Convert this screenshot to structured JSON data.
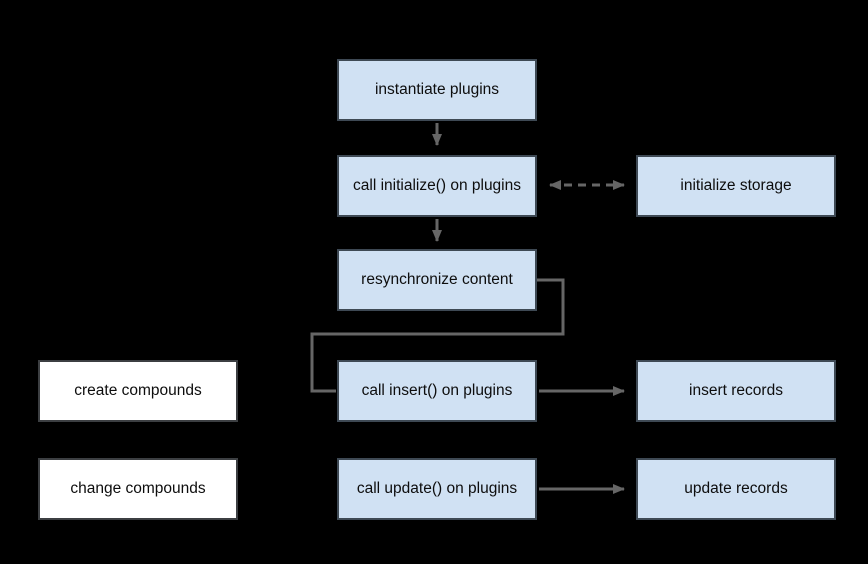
{
  "diagram": {
    "nodes": {
      "instantiate_plugins": {
        "label": "instantiate plugins"
      },
      "call_initialize": {
        "label": "call initialize() on plugins"
      },
      "initialize_storage": {
        "label": "initialize storage"
      },
      "resynchronize_content": {
        "label": "resynchronize content"
      },
      "create_compounds": {
        "label": "create compounds"
      },
      "call_insert": {
        "label": "call insert() on plugins"
      },
      "insert_records": {
        "label": "insert records"
      },
      "change_compounds": {
        "label": "change compounds"
      },
      "call_update": {
        "label": "call update() on plugins"
      },
      "update_records": {
        "label": "update records"
      }
    },
    "edges": [
      {
        "from": "instantiate_plugins",
        "to": "call_initialize",
        "style": "solid-arrow-down"
      },
      {
        "from": "call_initialize",
        "to": "initialize_storage",
        "style": "dashed-double-arrow"
      },
      {
        "from": "call_initialize",
        "to": "resynchronize_content",
        "style": "solid-arrow-down"
      },
      {
        "from": "resynchronize_content",
        "to": "call_insert",
        "style": "elbow-line-no-arrow"
      },
      {
        "from": "call_insert",
        "to": "insert_records",
        "style": "solid-arrow-right"
      },
      {
        "from": "call_update",
        "to": "update_records",
        "style": "solid-arrow-right"
      }
    ],
    "colors": {
      "background": "#000000",
      "node_fill": "#d0e1f3",
      "node_border": "#3e4954",
      "white_fill": "#ffffff",
      "white_border": "#3c3f42",
      "edge": "#666666",
      "text": "#0d0d0d"
    }
  }
}
